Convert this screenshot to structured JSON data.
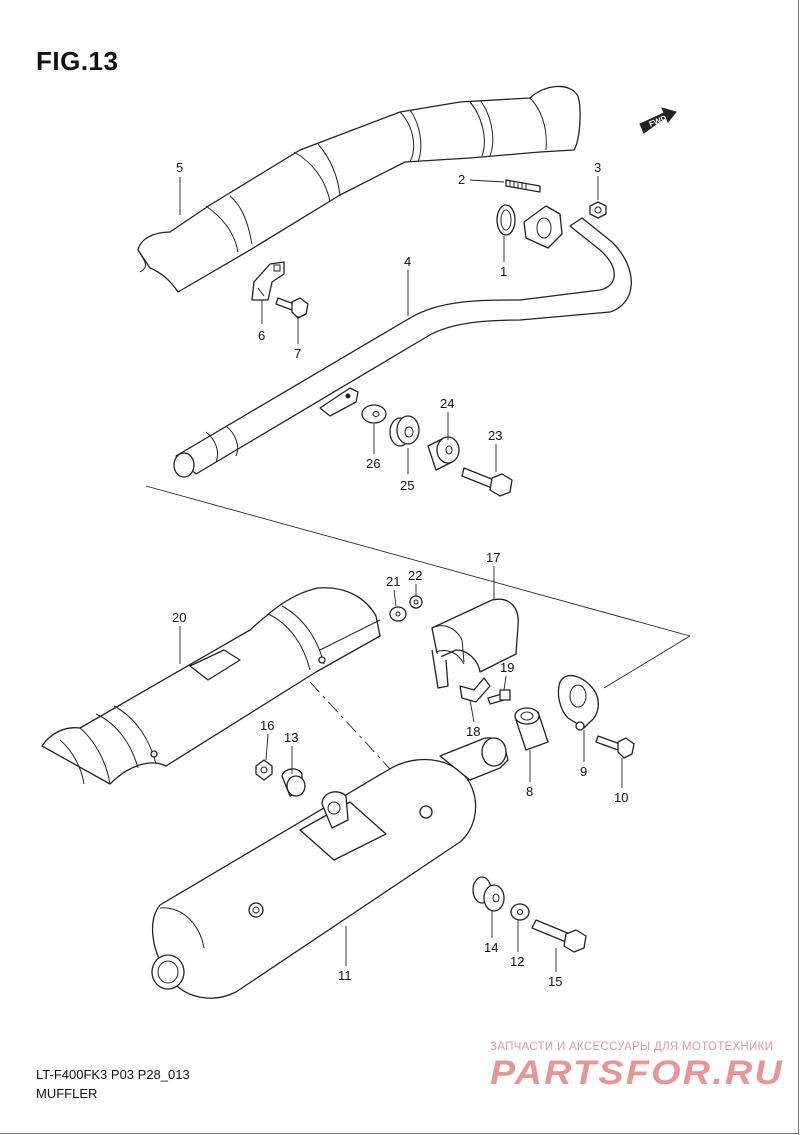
{
  "figure": {
    "title": "FIG.13"
  },
  "fwd_label": "FWD",
  "callouts": {
    "p1": "1",
    "p2": "2",
    "p3": "3",
    "p4": "4",
    "p5": "5",
    "p6": "6",
    "p7": "7",
    "p8": "8",
    "p9": "9",
    "p10": "10",
    "p11": "11",
    "p12": "12",
    "p13": "13",
    "p14": "14",
    "p15": "15",
    "p16": "16",
    "p17": "17",
    "p18": "18",
    "p19": "19",
    "p20": "20",
    "p21": "21",
    "p22": "22",
    "p23": "23",
    "p24": "24",
    "p25": "25",
    "p26": "26"
  },
  "footer": {
    "model_code": "LT-F400FK3 P03 P28_013",
    "section": "MUFFLER"
  },
  "watermark": {
    "tagline": "ЗАПЧАСТИ И АКСЕССУАРЫ ДЛЯ МОТОТЕХНИКИ",
    "logo": "PARTSFOR.RU",
    "color": "#e27d7d"
  }
}
